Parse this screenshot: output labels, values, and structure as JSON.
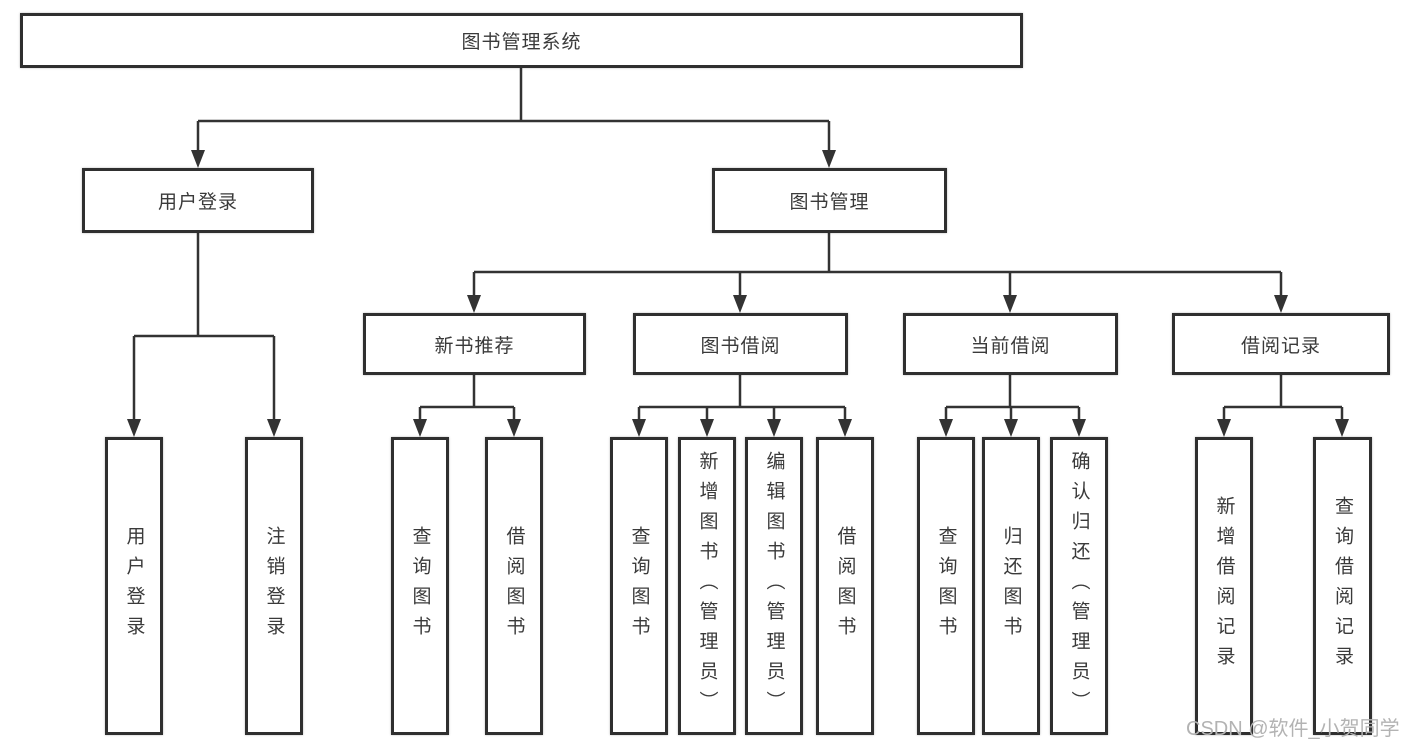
{
  "diagram": {
    "root": "图书管理系统",
    "level2": [
      "用户登录",
      "图书管理"
    ],
    "level3": [
      "新书推荐",
      "图书借阅",
      "当前借阅",
      "借阅记录"
    ],
    "leaves": {
      "user_login": [
        "用户登录",
        "注销登录"
      ],
      "new_books": [
        "查询图书",
        "借阅图书"
      ],
      "book_borrowing": [
        "查询图书",
        "新增图书（管理员）",
        "编辑图书（管理员）",
        "借阅图书"
      ],
      "current_borrowing": [
        "查询图书",
        "归还图书",
        "确认归还（管理员）"
      ],
      "borrowing_records": [
        "新增借阅记录",
        "查询借阅记录"
      ]
    },
    "watermark": "CSDN @软件_小贺同学",
    "colors": {
      "line": "#333333",
      "box_border": "#2f2f2f",
      "text": "#3a3a3a",
      "background": "#ffffff",
      "watermark": "#b3b3b3"
    }
  }
}
